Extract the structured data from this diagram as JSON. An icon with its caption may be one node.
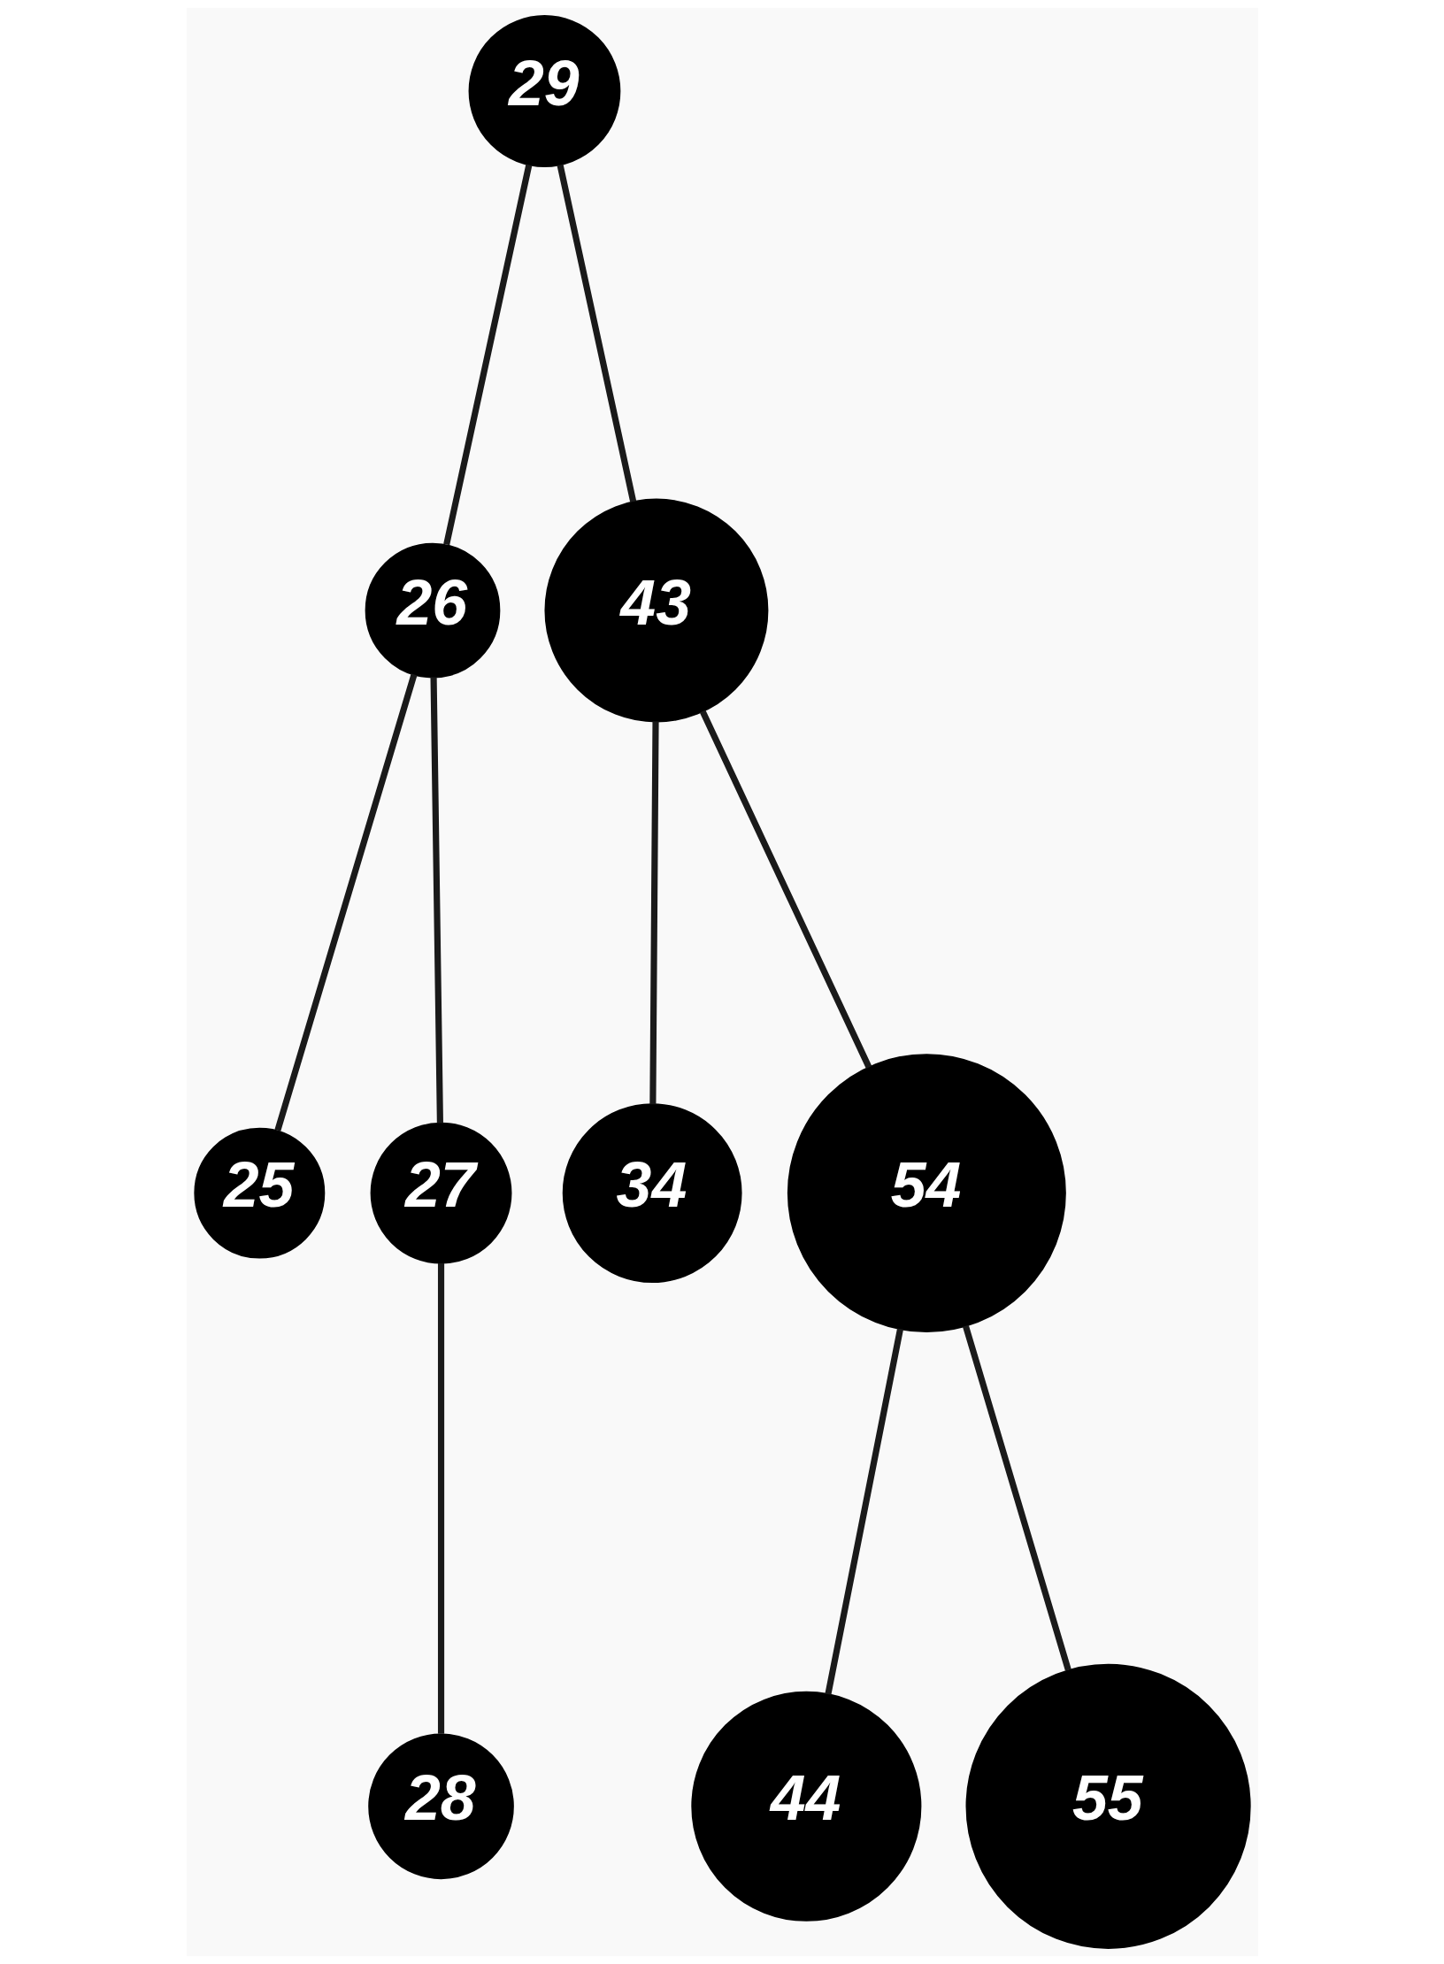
{
  "diagram": {
    "nodes": [
      {
        "text": [
          "29"
        ]
      },
      {
        "text": [
          "26"
        ]
      },
      {
        "text": [
          "43"
        ]
      },
      {
        "text": [
          "25"
        ]
      },
      {
        "text": [
          "27"
        ]
      },
      {
        "text": [
          "34"
        ]
      },
      {
        "text": [
          "54"
        ]
      },
      {
        "text": [
          "28"
        ]
      },
      {
        "text": [
          "44"
        ]
      },
      {
        "text": [
          "55"
        ]
      }
    ],
    "edges": [
      {
        "from": 0,
        "to": 1,
        "arrow": "none"
      },
      {
        "from": 0,
        "to": 2,
        "arrow": "none"
      },
      {
        "from": 1,
        "to": 3,
        "arrow": "none"
      },
      {
        "from": 1,
        "to": 4,
        "arrow": "none"
      },
      {
        "from": 2,
        "to": 5,
        "arrow": "none"
      },
      {
        "from": 2,
        "to": 6,
        "arrow": "none"
      },
      {
        "from": 4,
        "to": 7,
        "arrow": "none"
      },
      {
        "from": 6,
        "to": 8,
        "arrow": "none"
      },
      {
        "from": 6,
        "to": 9,
        "arrow": "none"
      }
    ]
  }
}
